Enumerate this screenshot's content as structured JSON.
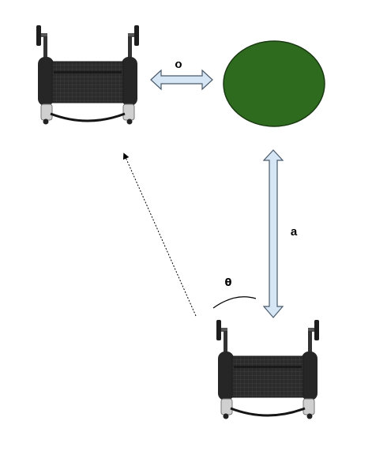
{
  "labels": {
    "opposite": "o",
    "adjacent": "a",
    "angle": "θ"
  },
  "colors": {
    "target_fill": "#2e6b1f",
    "target_stroke": "#1a3a12",
    "arrow_fill": "#d6e6f4",
    "arrow_stroke": "#4a5a6a",
    "wheelchair_dark": "#2a2a2a",
    "wheelchair_mid": "#3c3c3c",
    "wheelchair_metal": "#c8c8c8"
  },
  "icons": {
    "wheelchair_top": "wheelchair-top-view-icon",
    "wheelchair_bottom": "wheelchair-top-view-icon",
    "target": "green-circle-target"
  }
}
